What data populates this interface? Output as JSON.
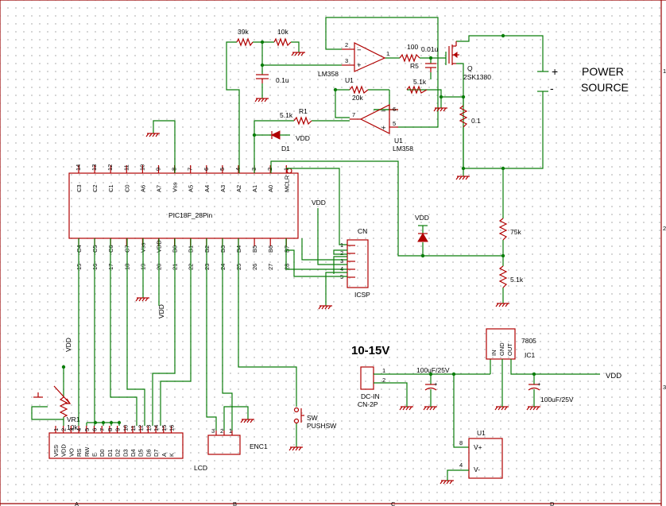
{
  "frame": {
    "row_markers": [
      "1",
      "2",
      "3"
    ],
    "col_markers": [
      "A",
      "B",
      "C",
      "D"
    ]
  },
  "mcu": {
    "name": "PIC18F_28Pin",
    "top_pin_numbers": [
      "14",
      "13",
      "12",
      "11",
      "10",
      "9",
      "8",
      "7",
      "6",
      "5",
      "4",
      "3",
      "2",
      "1"
    ],
    "top_pin_names": [
      "C3",
      "C2",
      "C1",
      "C0",
      "A6",
      "A7",
      "Vss",
      "A5",
      "A4",
      "A3",
      "A2",
      "A1",
      "A0",
      "MCLR"
    ],
    "bottom_pin_numbers": [
      "15",
      "16",
      "17",
      "18",
      "19",
      "20",
      "21",
      "22",
      "23",
      "24",
      "25",
      "26",
      "27",
      "28"
    ],
    "bottom_pin_names": [
      "C4",
      "C5",
      "C6",
      "C7",
      "Vss",
      "VDD",
      "B0",
      "B1",
      "B2",
      "B3",
      "B4",
      "B5",
      "B6",
      "B7"
    ]
  },
  "opamp1": {
    "ref": "U1",
    "part": "LM358",
    "pins": [
      "2",
      "3",
      "1"
    ]
  },
  "opamp2": {
    "ref": "U1",
    "part": "LM358",
    "pins": [
      "6",
      "5",
      "7"
    ]
  },
  "parts": {
    "r39k": "39k",
    "r10k": "10k",
    "c01u": "0.1u",
    "r100": "100",
    "r5": "R5",
    "c001u": "0.01u",
    "q_ref": "Q",
    "q_part": "2SK1380",
    "r20k": "20k",
    "r51k_fb": "5.1k",
    "r1_val": "5.1k",
    "r1_ref": "R1",
    "d1_ref": "D1",
    "r_sense": "0.1",
    "r75k": "75k",
    "r51k_div": "5.1k"
  },
  "power": {
    "plus": "+",
    "minus": "-",
    "title1": "POWER",
    "title2": "SOURCE"
  },
  "net": {
    "vdd": "VDD"
  },
  "icsp": {
    "title": "CN",
    "name": "ICSP",
    "pins": [
      "1",
      "2",
      "3",
      "4",
      "5"
    ]
  },
  "lcd": {
    "name": "LCD",
    "pin_numbers": [
      "1",
      "2",
      "3",
      "4",
      "5",
      "6",
      "7",
      "8",
      "9",
      "10",
      "11",
      "12",
      "13",
      "14",
      "15",
      "16"
    ],
    "pin_names": [
      "VSS",
      "VDD",
      "VO",
      "RS",
      "RW",
      "E",
      "D0",
      "D1",
      "D2",
      "D3",
      "D4",
      "D5",
      "D6",
      "D7",
      "A",
      "K"
    ]
  },
  "pot": {
    "ref": "VR1",
    "val": "10k"
  },
  "encoder": {
    "name": "ENC1",
    "pins": [
      "3",
      "2",
      "1"
    ]
  },
  "switch": {
    "ref": "SW",
    "part": "PUSHSW"
  },
  "supply": {
    "range": "10-15V",
    "jack_ref": "DC-IN",
    "jack_part": "CN-2P",
    "jack_pins": [
      "1",
      "2"
    ],
    "cap_in": "100uF/25V",
    "cap_out": "100uF/25V",
    "reg_part": "7805",
    "reg_ref": "IC1",
    "reg_in": "IN",
    "reg_gnd": "GND",
    "reg_out": "OUT"
  },
  "u1_power": {
    "ref": "U1",
    "vplus": "V+",
    "vminus": "V-",
    "pin8": "8",
    "pin4": "4"
  },
  "colors": {
    "wire": "#0a7d0a",
    "part": "#b00000",
    "background": "#ffffff"
  }
}
